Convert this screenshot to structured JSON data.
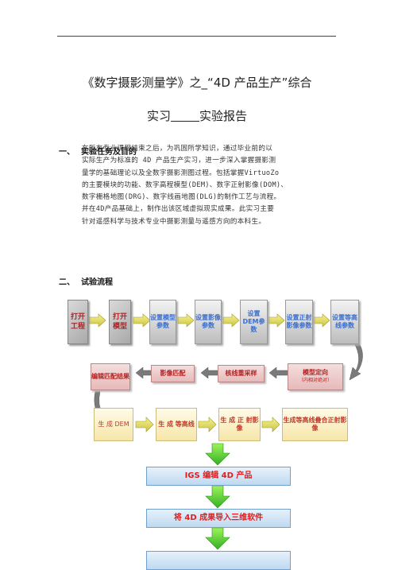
{
  "header": {
    "title_line1": "《数字摄影测量学》之_“4D 产品生产”综合",
    "title_line2_a": "实习",
    "title_line2_b": "实验报告"
  },
  "section1": {
    "number": "一、",
    "heading": "实验任务及目的",
    "lines": [
      "在所有专业课程结束之后，为巩固所学知识，通过毕业前的以",
      "实际生产为标准的 4D 产品生产实习，进一步深入掌握摄影测",
      "量学的基础理论以及全数字摄影测图过程。包括掌握VirtuoZo",
      "的主要模块的功能、数字高程模型(DEM)、数字正射影像(DOM)、",
      "数字栅格地图(DRG)、数字线画地图(DLG)的制作工艺与流程。",
      "并在4D产品基础上，制作出该区域虚拟现实成果。此实习主要",
      "针对遥感科学与技术专业中摄影测量与遥感方向的本科生。"
    ]
  },
  "section2": {
    "number": "二、",
    "heading": "试验流程"
  },
  "flow": {
    "row1": [
      "打开工程",
      "打开模型",
      "设置模型参数",
      "设置影像参数",
      "设置DEM参数",
      "设置正射影像参数",
      "设置等高线参数"
    ],
    "row2": [
      "编辑匹配结果",
      "影像匹配",
      "核线重采样",
      "模型定向"
    ],
    "row2_sub": "（内相对绝对）",
    "row3": [
      "生 成 DEM",
      "生 成 等高线",
      "生 成 正 射影像",
      "生成等高线叠合正射影像"
    ],
    "step4": "IGS 编辑 4D 产品",
    "step5": "将 4D 成果导入三维软件"
  }
}
